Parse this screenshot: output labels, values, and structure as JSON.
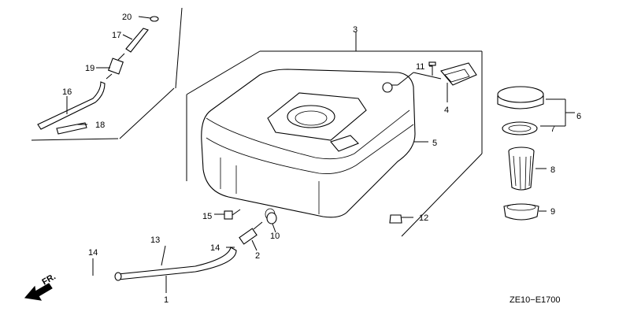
{
  "diagram": {
    "callouts": [
      {
        "id": "c1",
        "label": "1"
      },
      {
        "id": "c2",
        "label": "2"
      },
      {
        "id": "c3",
        "label": "3"
      },
      {
        "id": "c4",
        "label": "4"
      },
      {
        "id": "c5",
        "label": "5"
      },
      {
        "id": "c6",
        "label": "6"
      },
      {
        "id": "c7",
        "label": "7"
      },
      {
        "id": "c8",
        "label": "8"
      },
      {
        "id": "c9",
        "label": "9"
      },
      {
        "id": "c10",
        "label": "10"
      },
      {
        "id": "c11",
        "label": "11"
      },
      {
        "id": "c12",
        "label": "12"
      },
      {
        "id": "c13",
        "label": "13"
      },
      {
        "id": "c14a",
        "label": "14"
      },
      {
        "id": "c14b",
        "label": "14"
      },
      {
        "id": "c15",
        "label": "15"
      },
      {
        "id": "c16",
        "label": "16"
      },
      {
        "id": "c17",
        "label": "17"
      },
      {
        "id": "c18",
        "label": "18"
      },
      {
        "id": "c19",
        "label": "19"
      },
      {
        "id": "c20",
        "label": "20"
      }
    ],
    "front_marker": "FR.",
    "drawing_code": "ZE10−E1700"
  }
}
